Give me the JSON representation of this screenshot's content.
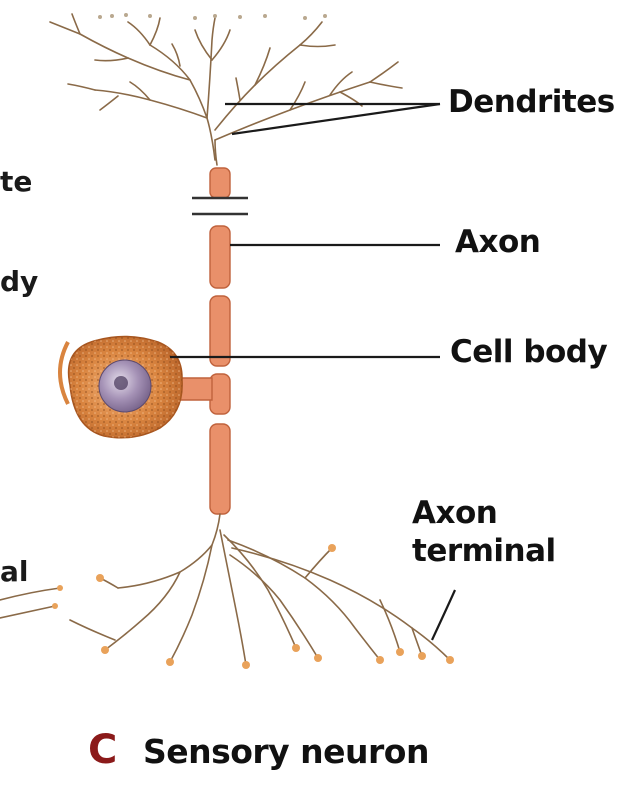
{
  "figure": {
    "panel_letter": "C",
    "caption": "Sensory neuron",
    "labels": {
      "dendrites": "Dendrites",
      "axon": "Axon",
      "cell_body": "Cell body",
      "axon_terminal_line1": "Axon",
      "axon_terminal_line2": "terminal"
    },
    "cropped_edge_text": [
      "te",
      "dy",
      "al"
    ]
  },
  "colors": {
    "axon_fill": "#e9906a",
    "axon_stroke": "#c0623c",
    "branch": "#8a6a48",
    "cell_body": "#d9843f",
    "nucleus": "#8e7aa0",
    "leader_line": "#1a1a1a",
    "panel_letter": "#8b1a1a",
    "text": "#111111"
  }
}
